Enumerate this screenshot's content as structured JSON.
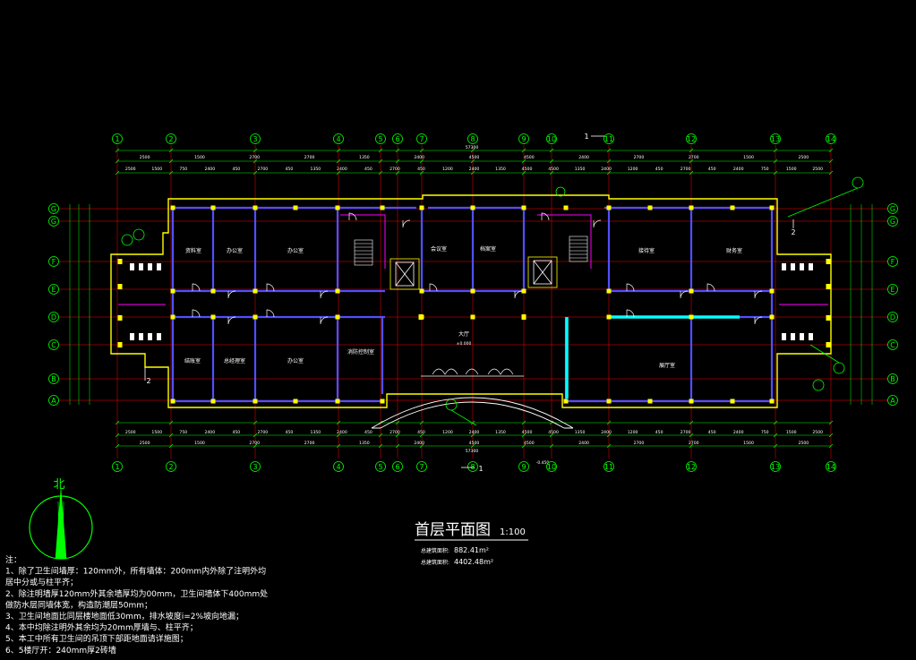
{
  "drawing": {
    "title": "首层平面图",
    "scale": "1:100",
    "area_lines": [
      {
        "label": "总建筑面积:",
        "value": "882.41m²"
      },
      {
        "label": "总建筑面积:",
        "value": "4402.48m²"
      }
    ],
    "north_label": "北",
    "hall_label": "大厅",
    "hall_elevation": "±0.000",
    "entrance_elevation": "-0.450",
    "section_mark": "1",
    "section_mark_2": "2",
    "total_length": "57300",
    "elevation_tag": "±0.000"
  },
  "grid_axes": {
    "columns": [
      "1",
      "2",
      "3",
      "4",
      "5",
      "6",
      "7",
      "8",
      "9",
      "10",
      "11",
      "12",
      "13",
      "14"
    ],
    "rows": [
      "G",
      "F",
      "E",
      "D",
      "C",
      "B",
      "A"
    ]
  },
  "rooms": [
    {
      "id": "r1",
      "label": "资料室"
    },
    {
      "id": "r2",
      "label": "办公室"
    },
    {
      "id": "r3",
      "label": "办公室"
    },
    {
      "id": "r4",
      "label": "接待室"
    },
    {
      "id": "r5",
      "label": "财务室"
    },
    {
      "id": "r6",
      "label": "会议室"
    },
    {
      "id": "r7",
      "label": "档案室"
    },
    {
      "id": "r8",
      "label": "结账室"
    },
    {
      "id": "r9",
      "label": "总经理室"
    },
    {
      "id": "r10",
      "label": "办公室"
    },
    {
      "id": "r11",
      "label": "消防控制室"
    },
    {
      "id": "r12",
      "label": "展厅室"
    }
  ],
  "dims_top_outer": [
    "2500",
    "1500",
    "750",
    "2400",
    "450",
    "2700",
    "450",
    "1350",
    "2400",
    "450",
    "2700",
    "450",
    "1200",
    "2400",
    "1350",
    "4500",
    "4500",
    "1350",
    "2400",
    "1200",
    "450",
    "2700",
    "450",
    "2400",
    "750",
    "1500",
    "2500"
  ],
  "dims_bottom_outer": [
    "2500",
    "1500",
    "750",
    "2400",
    "450",
    "2700",
    "450",
    "1350",
    "2400",
    "450",
    "2700",
    "450",
    "1200",
    "2400",
    "1350",
    "4500",
    "4500",
    "1350",
    "2400",
    "1200",
    "450",
    "2700",
    "450",
    "2400",
    "750",
    "1500",
    "2500"
  ],
  "notes": [
    "注：",
    "1、除了卫生间墙厚：120mm外，所有墙体：200mm内外除了注明外均",
    "    居中分或与柱平齐；",
    "2、除注明墙厚120mm外其余墙厚均为00mm，卫生间墙体下400mm处",
    "    做防水层同墙体宽，构造防潮层50mm；",
    "3、卫生间地面比同层楼地面低30mm，排水坡度i=2%坡向地漏；",
    "4、本中均除注明外其余均为20mm厚墙与、柱平齐；",
    "5、本工中所有卫生间的吊顶下部距地面请详施图；",
    "6、5楼厅开：240mm厚2砖墙"
  ],
  "colors": {
    "grid_line": "#ff0000",
    "axis_green": "#00ff00",
    "wall_blue": "#5050ff",
    "column_yellow": "#ffff00",
    "glass_cyan": "#00ffff",
    "wall_magenta": "#ff00ff",
    "dim_white": "#ffffff"
  }
}
